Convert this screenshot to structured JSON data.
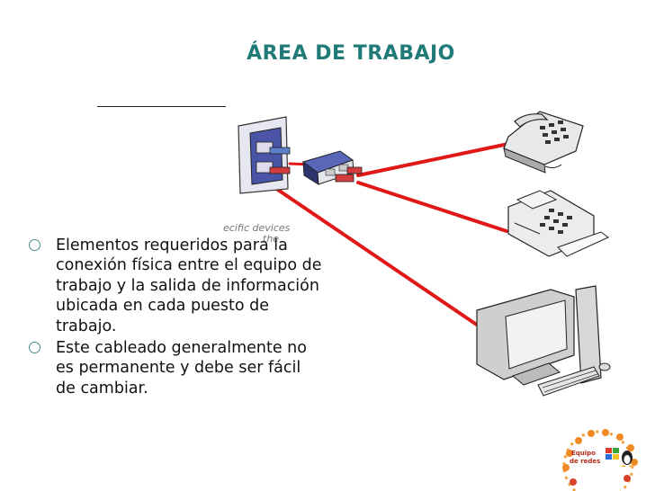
{
  "slide": {
    "title": "ÁREA DE TRABAJO",
    "bullets": [
      "Elementos requeridos para la conexión física entre el equipo de trabajo y la salida de información ubicada en cada puesto de trabajo.",
      "Este cableado generalmente no es permanente y debe ser fácil de cambiar."
    ]
  },
  "diagram": {
    "caption_fragment_1": "ecific devices",
    "caption_fragment_2": "the",
    "devices": [
      "wall-outlet-icon",
      "adapter-icon",
      "telephone-icon",
      "fax-icon",
      "computer-icon"
    ],
    "cable_color": "#e01818"
  },
  "logo": {
    "line1": "Equipo",
    "line2": "de redes"
  }
}
